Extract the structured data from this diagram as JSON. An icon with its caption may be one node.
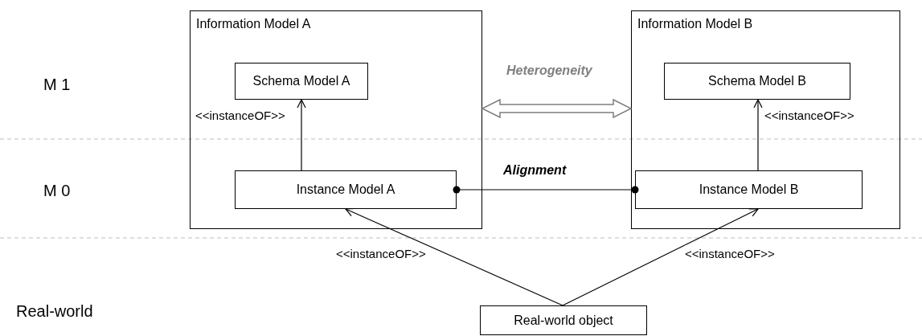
{
  "diagram": {
    "nodes": [
      {
        "text": [
          "Information Model A"
        ]
      },
      {
        "text": [
          "Schema Model A"
        ],
        "in": 0
      },
      {
        "text": [
          "Instance Model A"
        ],
        "in": 0
      },
      {
        "text": [
          "Information Model B"
        ]
      },
      {
        "text": [
          "Schema Model B"
        ],
        "in": 3
      },
      {
        "text": [
          "Instance Model B"
        ],
        "in": 3
      },
      {
        "text": [
          "Real-world object"
        ]
      }
    ],
    "edges": [
      {
        "from": 2,
        "to": 1,
        "arrow": "to",
        "label": "<<instanceOF>>"
      },
      {
        "from": 5,
        "to": 4,
        "arrow": "to",
        "label": "<<instanceOF>>"
      },
      {
        "from": 0,
        "to": 3,
        "arrow": "both",
        "label": "Heterogeneity",
        "style": "thick",
        "color": "#7f7f7f"
      },
      {
        "from": 2,
        "to": 5,
        "arrow": "other",
        "label": "Alignment"
      },
      {
        "from": 6,
        "to": 2,
        "arrow": "to",
        "label": "<<instanceOF>>"
      },
      {
        "from": 6,
        "to": 5,
        "arrow": "to",
        "label": "<<instanceOF>>"
      }
    ],
    "labels": [
      "M 1",
      "M 0",
      "Real-world"
    ]
  }
}
